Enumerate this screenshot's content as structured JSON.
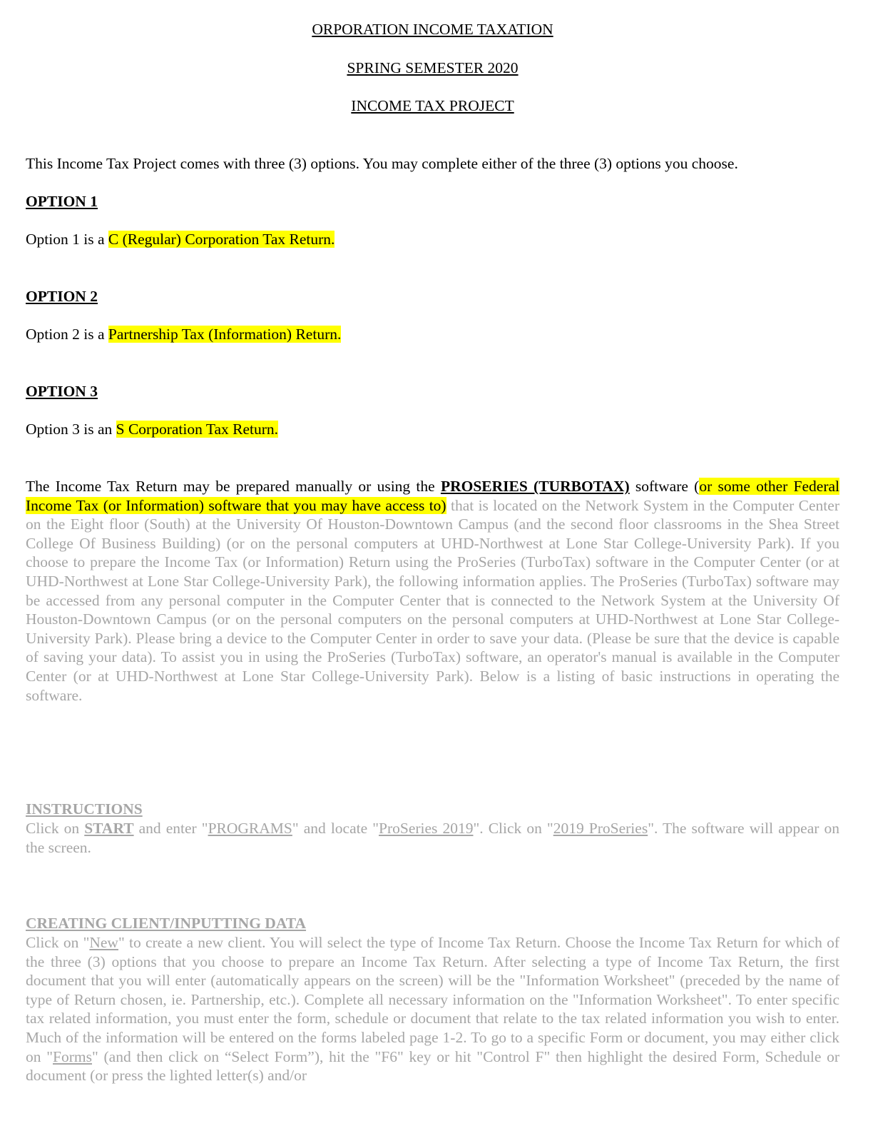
{
  "titles": {
    "line1": "ORPORATION INCOME TAXATION",
    "line2": "SPRING SEMESTER 2020",
    "line3": "INCOME TAX PROJECT"
  },
  "intro": "This Income Tax Project comes with three (3) options.  You may complete either of the three (3) options you choose.",
  "options": [
    {
      "heading": "OPTION 1",
      "prefix": "Option 1 is a ",
      "highlight": "C (Regular) Corporation Tax Return."
    },
    {
      "heading": "OPTION 2",
      "prefix": "Option 2 is a ",
      "highlight": "Partnership Tax (Information) Return."
    },
    {
      "heading": "OPTION 3",
      "prefix": "Option 3 is an ",
      "highlight": "S Corporation Tax Return."
    }
  ],
  "main_para": {
    "text_a": "The Income Tax Return may be prepared manually or using the ",
    "software_bold": "PROSERIES (TURBOTAX)",
    "text_b": " software (",
    "highlight": "or some other Federal Income Tax (or Information) software that you may have access to)",
    "gray_text": " that is located on the Network System in the Computer Center on the Eight floor (South) at the University Of Houston-Downtown Campus (and the second floor classrooms in the Shea Street College Of Business Building) (or on the personal computers at UHD-Northwest at Lone Star College-University Park).  If you choose to prepare the Income Tax (or Information) Return using the ProSeries (TurboTax) software in the Computer Center (or at UHD-Northwest at Lone Star College-University Park), the following information applies.  The ProSeries (TurboTax) software may be accessed from any personal computer in the Computer Center that is connected to the Network System at the University Of Houston-Downtown Campus (or on the personal computers on the personal computers at UHD-Northwest at Lone Star College-University Park).  Please bring a device to the Computer Center in order to save your data.  (Please be sure that the device is capable of saving your data).  To assist you in using the ProSeries (TurboTax) software, an operator's manual is available in the Computer Center (or at UHD-Northwest at Lone Star College-University Park).  Below is a listing of basic instructions in operating the software."
  },
  "instructions": {
    "heading": "INSTRUCTIONS",
    "t1": "Click on ",
    "start": "START",
    "t2": " and enter \"",
    "programs": "PROGRAMS",
    "t3": "\" and locate \"",
    "proseries2019": "ProSeries 2019",
    "t4": "\".  Click on \"",
    "proseries_2019": "2019 ProSeries",
    "t5": "\".  The software will appear on the screen."
  },
  "creating": {
    "heading": "CREATING CLIENT/INPUTTING DATA",
    "t1": "Click on \"",
    "new_link": "New",
    "t2": "\" to create a new client.  You will select the type of Income Tax Return.  Choose the Income Tax Return for which of the three (3) options that you choose to prepare an Income Tax Return.  After selecting a type of Income Tax Return, the first document that you will enter (automatically appears on the screen) will be the \"Information Worksheet\" (preceded by the name of type of Return chosen, ie. Partnership, etc.).  Complete all necessary information on the \"Information Worksheet\". To enter specific tax related information, you must enter the form, schedule or document that relate to the tax related information you wish to enter.  Much of the information will be entered on the forms labeled page 1-2.  To go to a specific Form or document, you may either click on \"",
    "forms_link": "Forms",
    "t3": "\" (and then click on “Select Form”), hit the \"F6\" key or hit \"Control F\" then highlight the desired Form, Schedule or document (or press the lighted letter(s) and/or"
  }
}
